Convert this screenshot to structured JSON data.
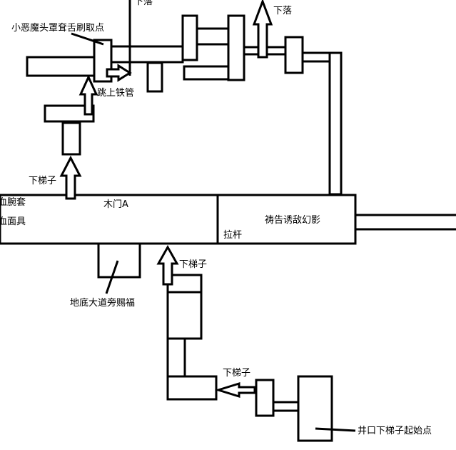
{
  "labels": {
    "fall_top_left": "下落",
    "goblin_mask": "小恶魔头罩耷舌刷取点",
    "fall_top_right": "下落",
    "jump_pipe": "跳上铁管",
    "ladder_down_left": "下梯子",
    "wrist_guard": "血腕套",
    "wooden_door": "木门A",
    "blood_mask": "血面具",
    "lever": "拉杆",
    "pray_lure": "祷告诱敌幻影",
    "ladder_down_mid": "下梯子",
    "underground_road": "地底大道旁赐福",
    "ladder_down_low": "下梯子",
    "well_start": "井口下梯子起始点"
  },
  "colors": {
    "stroke": "#000000",
    "fill": "#ffffff",
    "text": "#000000"
  }
}
